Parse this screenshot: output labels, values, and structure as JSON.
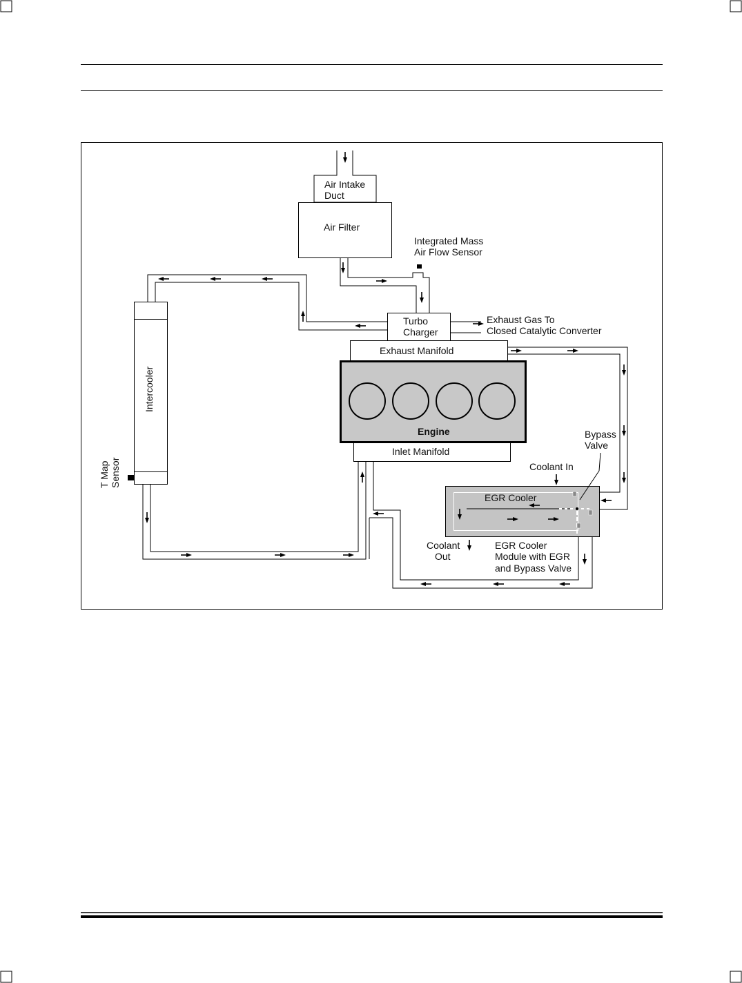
{
  "labels": {
    "air_intake_duct": [
      "Air Intake",
      "Duct"
    ],
    "air_filter": "Air Filter",
    "mass_air_flow_sensor": [
      "Integrated Mass",
      "Air Flow Sensor"
    ],
    "turbo_charger": [
      "Turbo",
      "Charger"
    ],
    "exhaust_gas": [
      "Exhaust Gas To",
      "Closed Catalytic Converter"
    ],
    "exhaust_manifold": "Exhaust Manifold",
    "engine": "Engine",
    "inlet_manifold": "Inlet Manifold",
    "intercooler": "Intercooler",
    "t_map_sensor": [
      "T Map",
      "Sensor"
    ],
    "bypass_valve": [
      "Bypass",
      "Valve"
    ],
    "coolant_in": "Coolant In",
    "egr_cooler": "EGR Cooler",
    "coolant_out": [
      "Coolant",
      "Out"
    ],
    "egr_module": [
      "EGR Cooler",
      "Module with EGR",
      "and Bypass Valve"
    ]
  },
  "colors": {
    "engine_fill": "#c8c8c8",
    "egr_module_fill": "#c4c4c4",
    "ink": "#000000"
  }
}
